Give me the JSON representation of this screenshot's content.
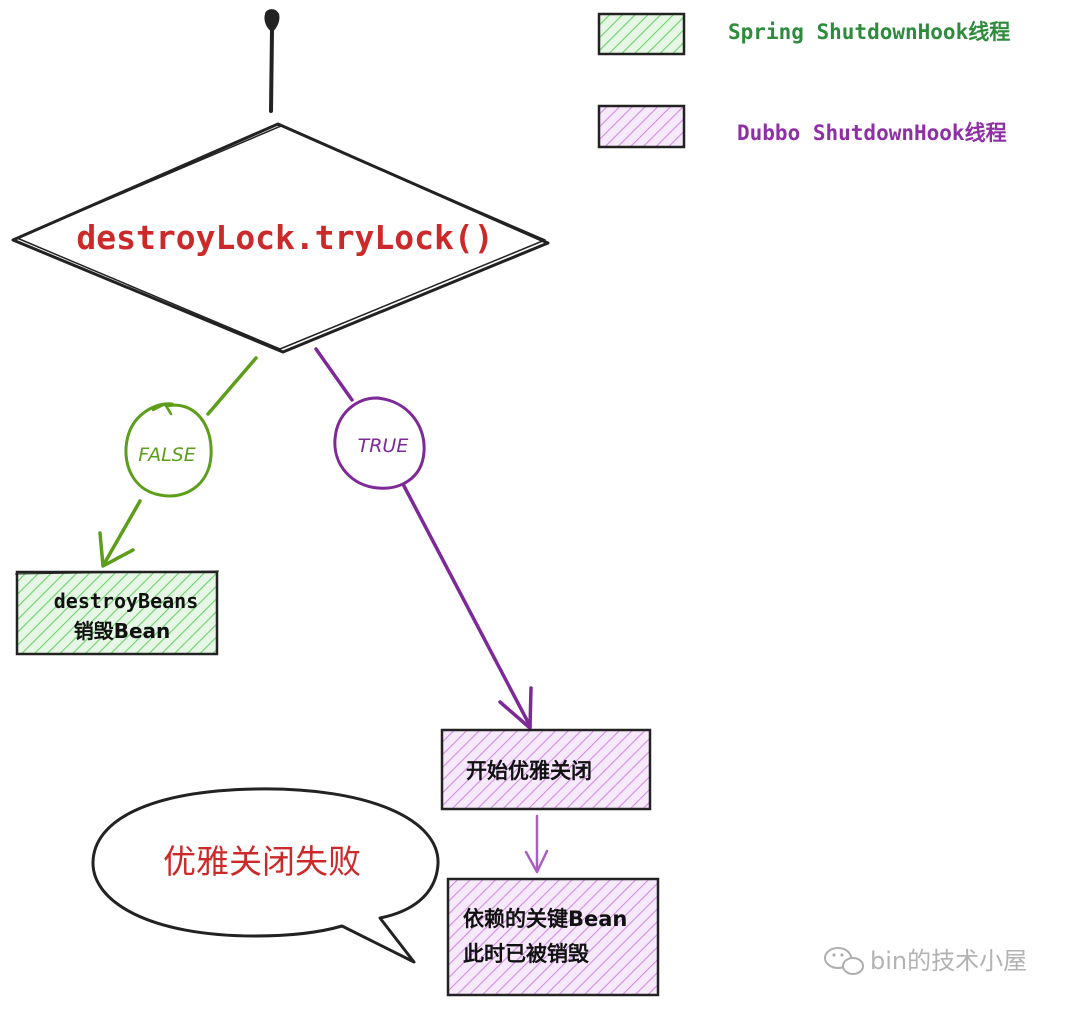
{
  "legend": {
    "items": [
      {
        "label": "Spring ShutdownHook线程",
        "color": "#2e8b3e",
        "fill": "#9be39b"
      },
      {
        "label": "Dubbo ShutdownHook线程",
        "color": "#8e2fa6",
        "fill": "#d9a3ea"
      }
    ]
  },
  "decision": {
    "label": "destroyLock.tryLock()",
    "color": "#cc2a2a"
  },
  "branches": {
    "false_label": "FALSE",
    "true_label": "TRUE",
    "false_color": "#5c9e1a",
    "true_color": "#7d2a98"
  },
  "boxes": {
    "destroy_beans": {
      "line1": "destroyBeans",
      "line2": "销毁Bean"
    },
    "start_shutdown": {
      "label": "开始优雅关闭"
    },
    "dependency": {
      "line1": "依赖的关键Bean",
      "line2": "此时已被销毁"
    }
  },
  "callout": {
    "label": "优雅关闭失败",
    "color": "#cc2a2a"
  },
  "watermark": {
    "label": "bin的技术小屋"
  }
}
